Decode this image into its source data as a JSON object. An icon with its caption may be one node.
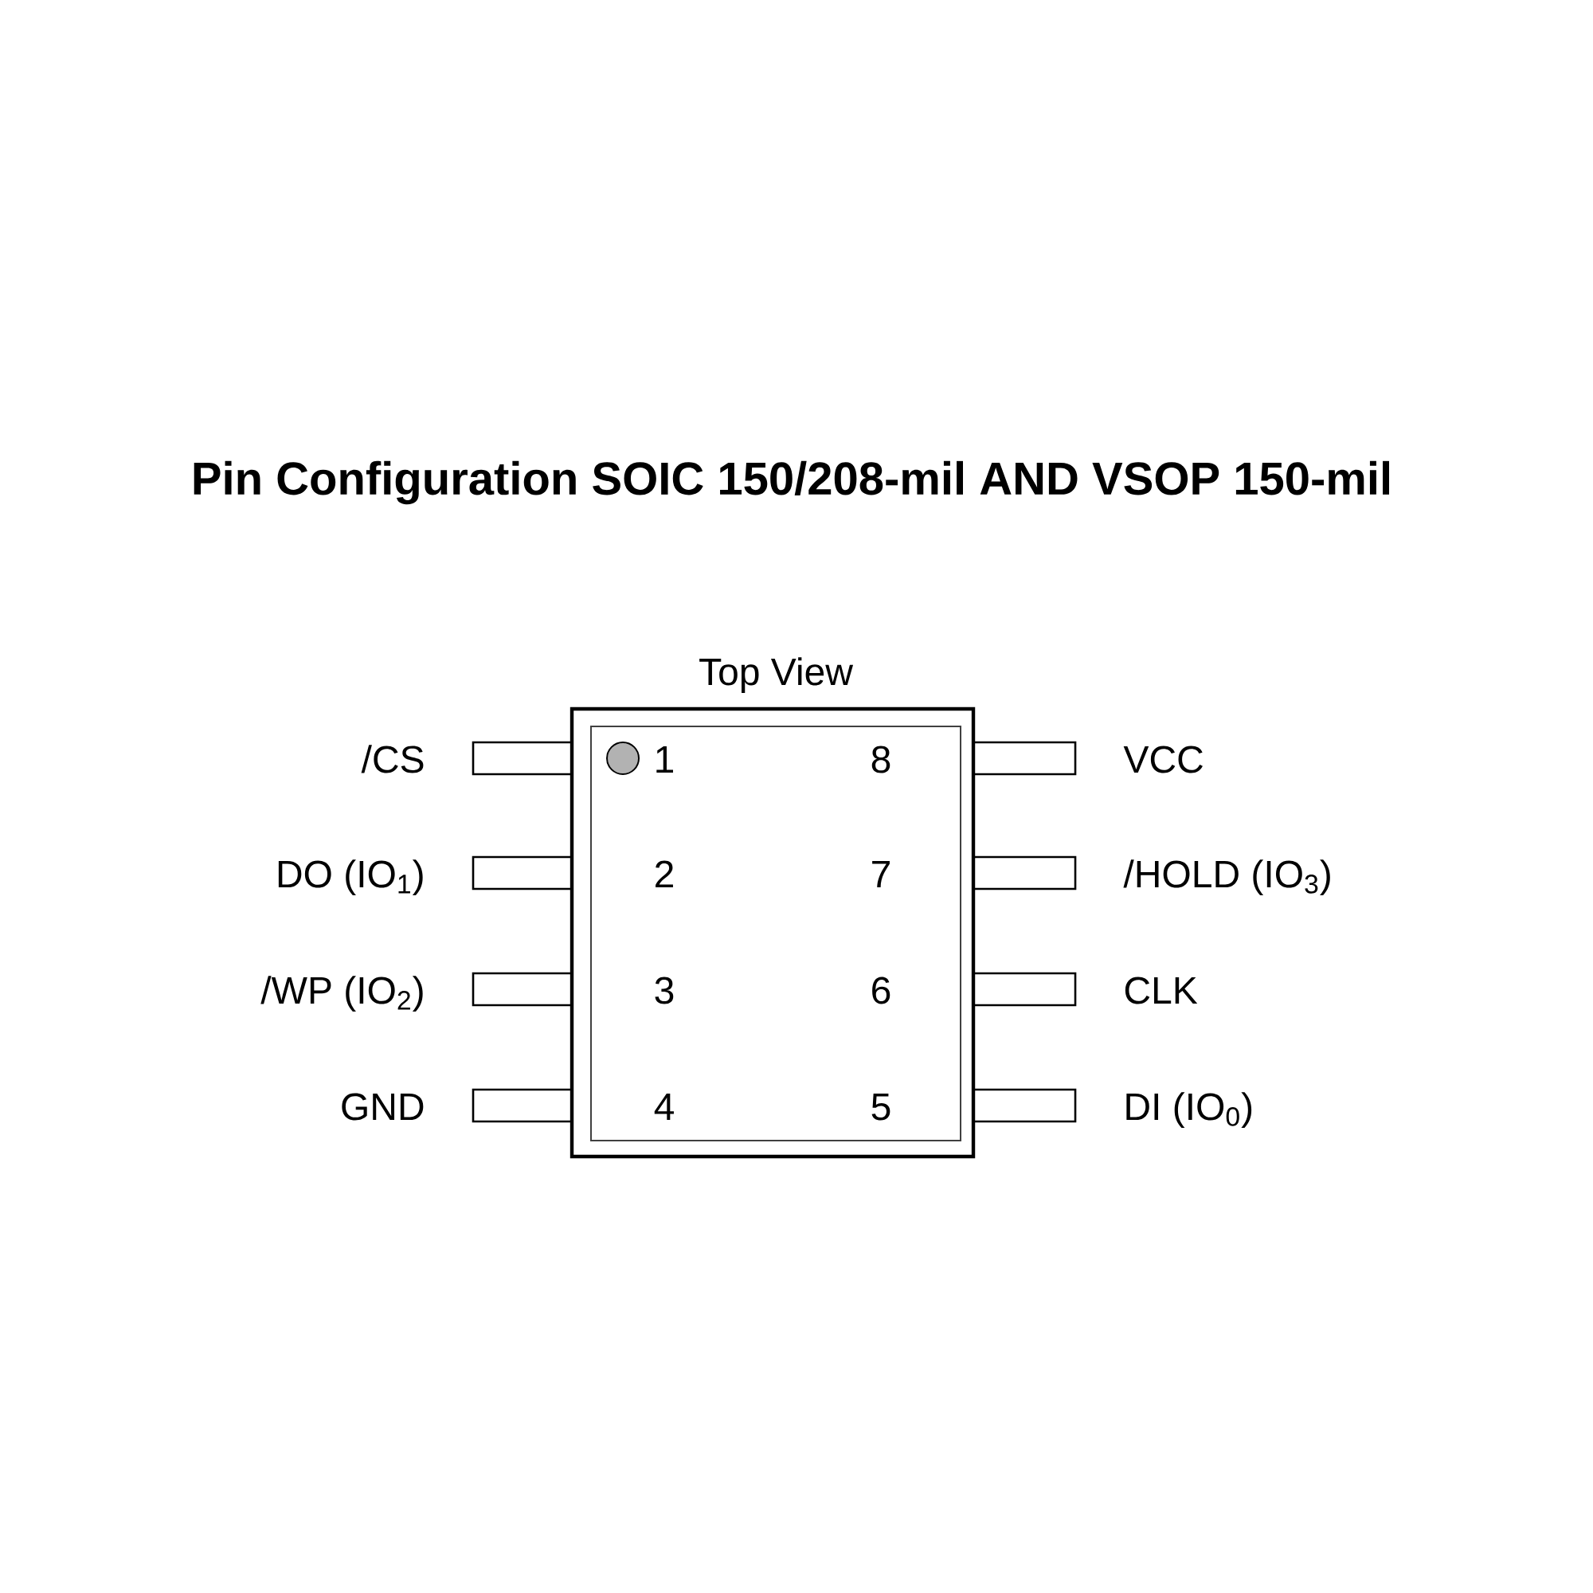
{
  "diagram": {
    "title": "Pin Configuration SOIC 150/208-mil AND VSOP 150-mil",
    "nodes": [
      {
        "text": [
          "Top View"
        ]
      }
    ],
    "labels": [
      "/CS",
      "1",
      "8",
      "VCC",
      "DO (IO$_{1}$)",
      "2",
      "7",
      "/HOLD (IO$_{3}$)",
      "/WP (IO$_{2}$)",
      "3",
      "6",
      "CLK",
      "GND",
      "4",
      "5",
      "DI (IO$_{0}$)"
    ]
  }
}
